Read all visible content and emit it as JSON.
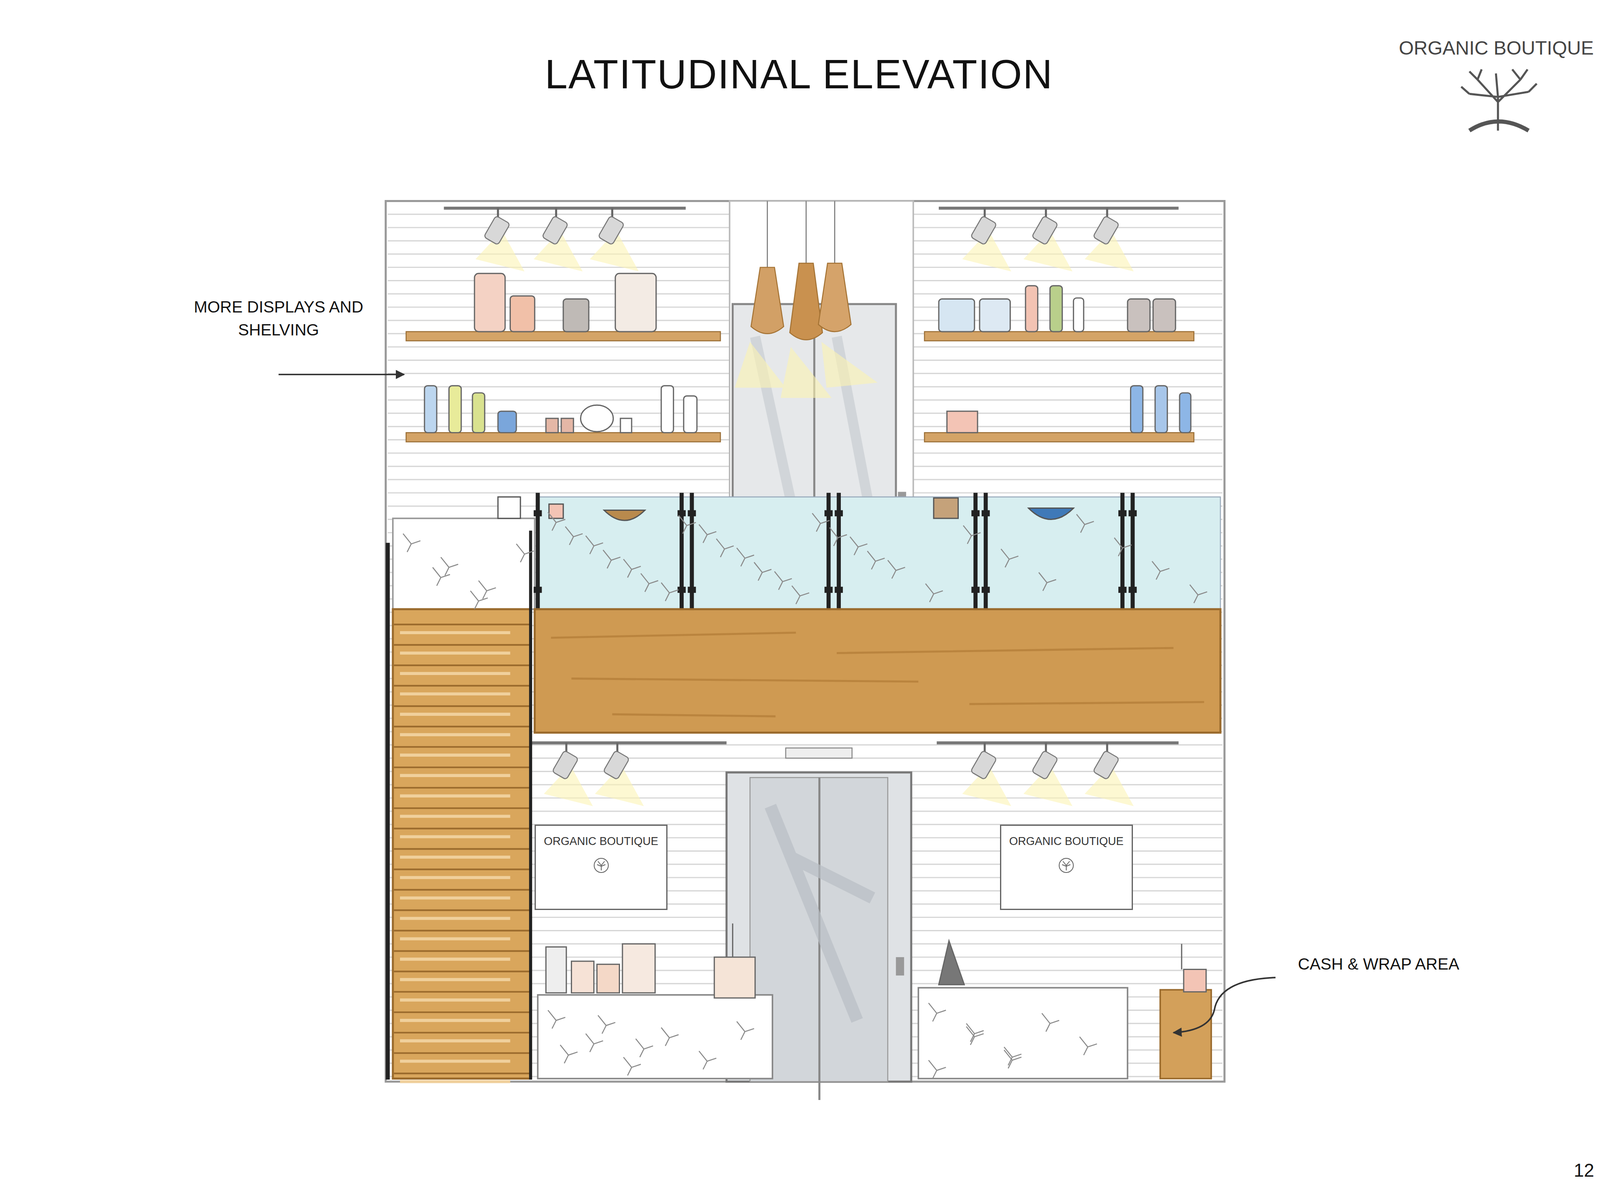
{
  "diagram": {
    "title": "LATITUDINAL ELEVATION",
    "nodes": [
      {
        "text": [
          "ORGANIC BOUTIQUE"
        ]
      },
      {
        "text": [
          "ORGANIC BOUTIQUE"
        ]
      }
    ],
    "labels": [
      "ORGANIC BOUTIQUE",
      "MORE DISPLAYS AND SHELVING",
      "CASH & WRAP AREA",
      "12"
    ]
  }
}
